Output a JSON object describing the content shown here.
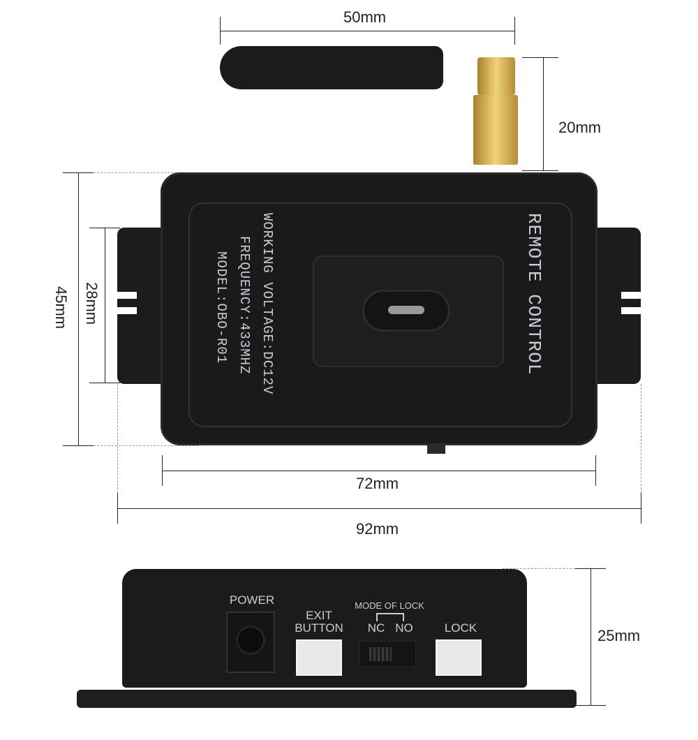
{
  "dimensions": {
    "antenna_width": "50mm",
    "antenna_height": "20mm",
    "body_height": "45mm",
    "mount_hole_spacing": "28mm",
    "body_width": "72mm",
    "total_width": "92mm",
    "side_height": "25mm"
  },
  "device_labels": {
    "title": "REMOTE CONTROL",
    "voltage": "WORKING VOLTAGE:DC12V",
    "frequency": "FREQUENCY:433MHZ",
    "model": "MODEL:OBO-R01"
  },
  "side_panel": {
    "power": "POWER",
    "exit_line1": "EXIT",
    "exit_line2": "BUTTON",
    "mode_of_lock": "MODE OF LOCK",
    "nc": "NC",
    "no": "NO",
    "lock": "LOCK"
  },
  "colors": {
    "device_body": "#1a1a1a",
    "label_text": "#c9ccd4",
    "antenna_connector": "#d4b054"
  }
}
